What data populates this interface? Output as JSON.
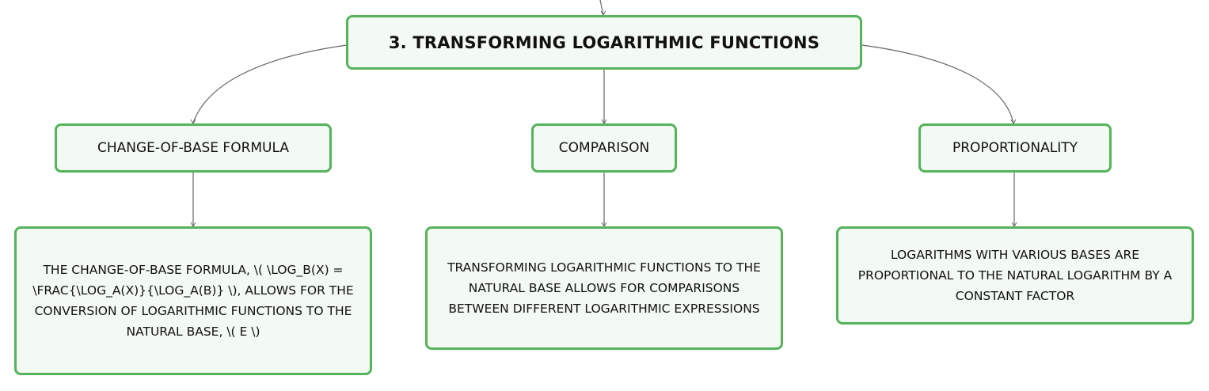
{
  "root": {
    "title": "3. TRANSFORMING LOGARITHMIC FUNCTIONS"
  },
  "branches": [
    {
      "label": "CHANGE-OF-BASE FORMULA",
      "detail": "THE CHANGE-OF-BASE FORMULA, \\( \\LOG_B(X) = \\FRAC{\\LOG_A(X)}{\\LOG_A(B)} \\), ALLOWS FOR THE CONVERSION OF LOGARITHMIC FUNCTIONS TO THE NATURAL BASE, \\( E \\)"
    },
    {
      "label": "COMPARISON",
      "detail": "TRANSFORMING LOGARITHMIC FUNCTIONS TO THE NATURAL BASE ALLOWS FOR COMPARISONS BETWEEN DIFFERENT LOGARITHMIC EXPRESSIONS"
    },
    {
      "label": "PROPORTIONALITY",
      "detail": "LOGARITHMS WITH VARIOUS BASES ARE PROPORTIONAL TO THE NATURAL LOGARITHM BY A CONSTANT FACTOR"
    }
  ],
  "colors": {
    "node_border": "#55b45b",
    "node_fill": "#f3f9f3",
    "connector": "#666666"
  }
}
